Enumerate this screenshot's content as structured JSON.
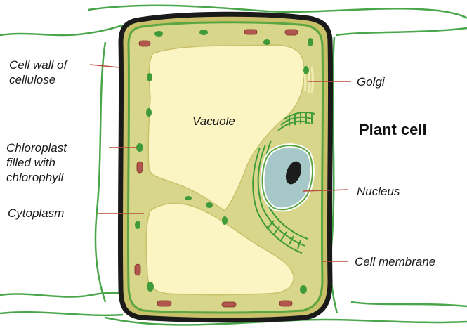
{
  "title": "Plant cell",
  "labels": {
    "cell_wall": [
      "Cell wall of",
      "cellulose"
    ],
    "chloroplast": [
      "Chloroplast",
      "filled with",
      "chlorophyll"
    ],
    "cytoplasm": "Cytoplasm",
    "golgi": "Golgi",
    "vacuole": "Vacuole",
    "nucleus": "Nucleus",
    "cell_membrane": "Cell membrane"
  },
  "colors": {
    "cell_wall_outline": "#1a1a1a",
    "cell_wall": "#c9c06a",
    "membrane": "#5aa640",
    "cytoplasm": "#d8d68a",
    "vacuole": "#fbf5c4",
    "nucleus": "#a6c8c8",
    "nucleolus": "#1c1c1c",
    "chloroplast": "#3f9a3a",
    "mitochondria": "#b0564c",
    "er": "#3f9a3a",
    "pointer_line": "#b84c3c",
    "neighbor_cell_line": "#4aa64a"
  }
}
